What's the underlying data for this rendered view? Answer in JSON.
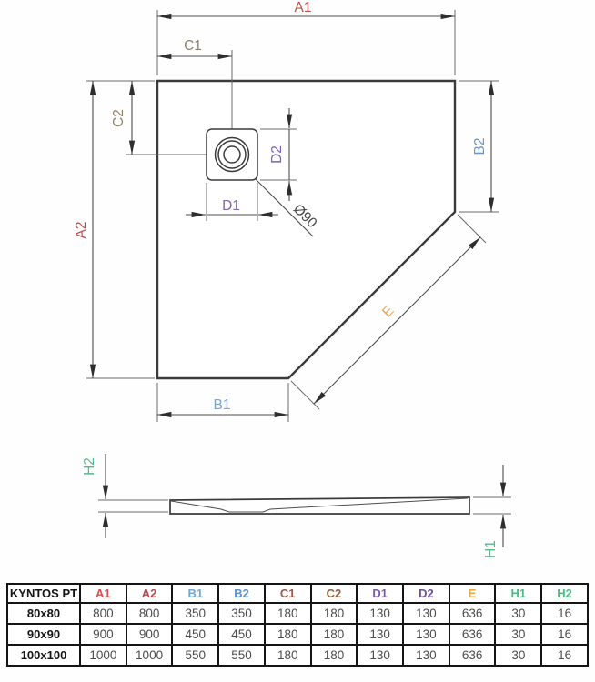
{
  "diagram": {
    "labels": {
      "a1": "A1",
      "a2": "A2",
      "b1": "B1",
      "b2": "B2",
      "c1": "C1",
      "c2": "C2",
      "d1": "D1",
      "d2": "D2",
      "e": "E",
      "h1": "H1",
      "h2": "H2",
      "diameter": "Ø90"
    },
    "colors": {
      "a1": "#b5504d",
      "a2": "#b5504d",
      "b1": "#77a5d2",
      "b2": "#6a97c8",
      "c1": "#8e8068",
      "c2": "#8e8068",
      "d1": "#7d64ae",
      "d2": "#7d64ae",
      "e": "#dfa95f",
      "h1": "#55bb88",
      "h2": "#55bb88",
      "diameter": "#474747"
    }
  },
  "table": {
    "header": [
      "KYNTOS PT",
      "A1",
      "A2",
      "B1",
      "B2",
      "C1",
      "C2",
      "D1",
      "D2",
      "E",
      "H1",
      "H2"
    ],
    "header_colors": [
      "#151515",
      "#d94f4f",
      "#b94a4a",
      "#6fa8d8",
      "#5b93cc",
      "#9c5948",
      "#96603a",
      "#7a5aa8",
      "#6e51a2",
      "#e5a84e",
      "#4bbd82",
      "#4bbd82"
    ],
    "rows": [
      {
        "model": "80x80",
        "values": [
          "800",
          "800",
          "350",
          "350",
          "180",
          "180",
          "130",
          "130",
          "636",
          "30",
          "16"
        ]
      },
      {
        "model": "90x90",
        "values": [
          "900",
          "900",
          "450",
          "450",
          "180",
          "180",
          "130",
          "130",
          "636",
          "30",
          "16"
        ]
      },
      {
        "model": "100x100",
        "values": [
          "1000",
          "1000",
          "550",
          "550",
          "180",
          "180",
          "130",
          "130",
          "636",
          "30",
          "16"
        ]
      }
    ]
  }
}
